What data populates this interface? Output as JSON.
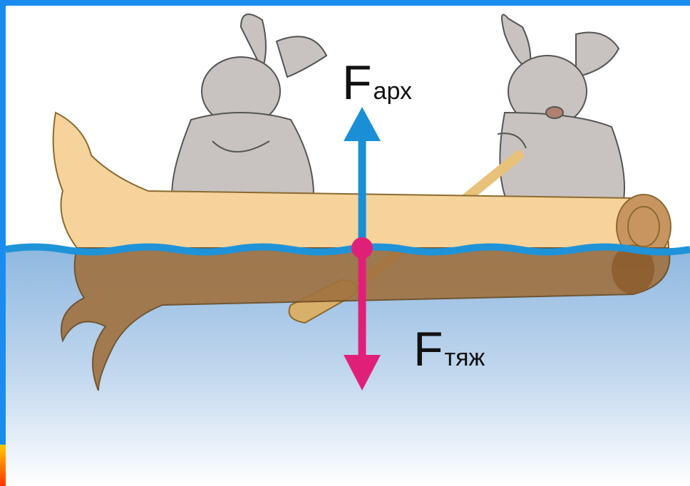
{
  "forces": {
    "buoyant": {
      "symbol": "F",
      "subscript": "арх",
      "color": "#1a8fd6",
      "direction": "up"
    },
    "gravity": {
      "symbol": "F",
      "subscript": "тяж",
      "color": "#e02078",
      "direction": "down"
    }
  },
  "colors": {
    "frame": "#1a8cf0",
    "water_surface": "#1f93d8",
    "water_top": "#8fb8e0",
    "log_above": "#f5d39a",
    "log_below": "#a0713f",
    "bunny": "#c8c3c0"
  },
  "scene": {
    "objects": [
      "log",
      "bunny-left",
      "bunny-right",
      "oar",
      "water"
    ]
  }
}
